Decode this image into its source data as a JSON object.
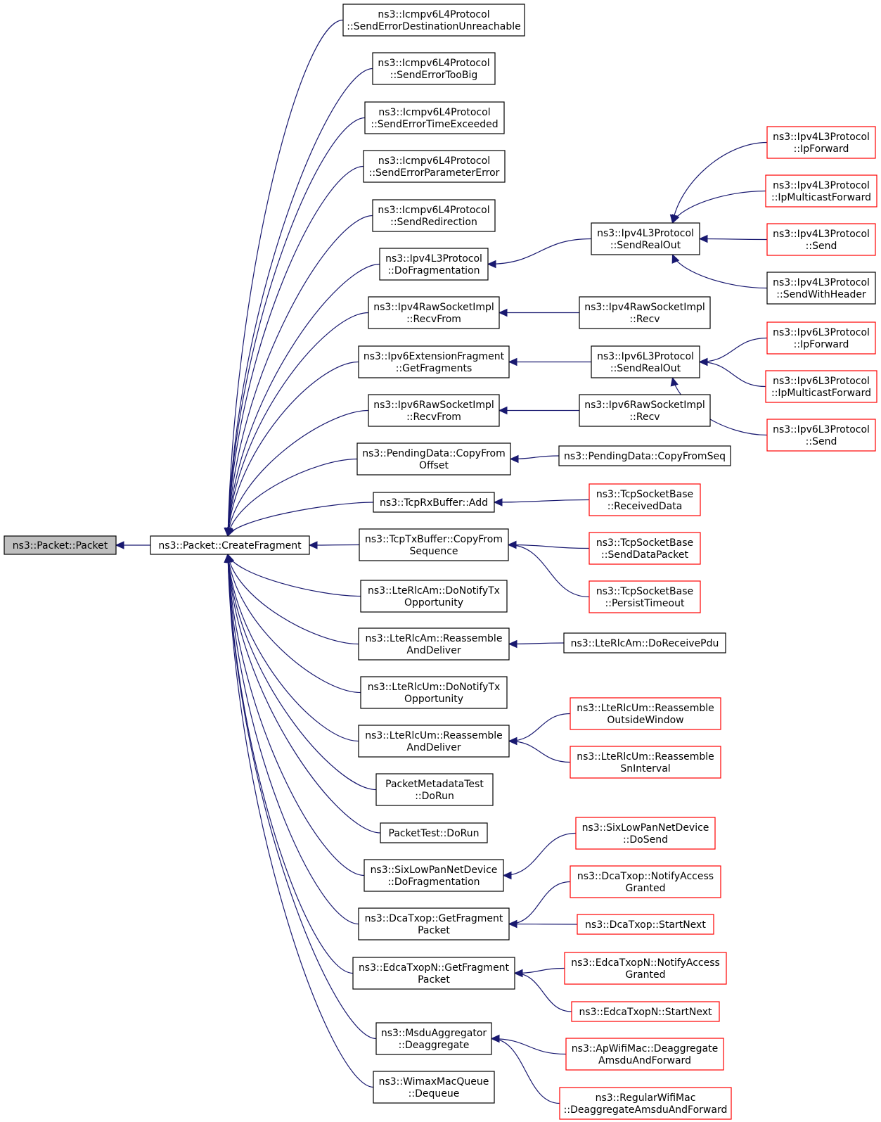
{
  "colors": {
    "edge": "#191970",
    "node_border_linked": "#000000",
    "node_border_truncated": "#ff0000",
    "node_fill": "#ffffff",
    "root_fill": "#bfbfbf"
  },
  "nodes": [
    {
      "id": "root",
      "lines": [
        "ns3::Packet::Packet"
      ],
      "kind": "root"
    },
    {
      "id": "createfragment",
      "lines": [
        "ns3::Packet::CreateFragment"
      ],
      "kind": "normal"
    },
    {
      "id": "icmp_dest",
      "lines": [
        "ns3::Icmpv6L4Protocol",
        "::SendErrorDestinationUnreachable"
      ],
      "kind": "normal"
    },
    {
      "id": "icmp_toobig",
      "lines": [
        "ns3::Icmpv6L4Protocol",
        "::SendErrorTooBig"
      ],
      "kind": "normal"
    },
    {
      "id": "icmp_time",
      "lines": [
        "ns3::Icmpv6L4Protocol",
        "::SendErrorTimeExceeded"
      ],
      "kind": "normal"
    },
    {
      "id": "icmp_param",
      "lines": [
        "ns3::Icmpv6L4Protocol",
        "::SendErrorParameterError"
      ],
      "kind": "normal"
    },
    {
      "id": "icmp_redir",
      "lines": [
        "ns3::Icmpv6L4Protocol",
        "::SendRedirection"
      ],
      "kind": "normal"
    },
    {
      "id": "ipv4_dofrag",
      "lines": [
        "ns3::Ipv4L3Protocol",
        "::DoFragmentation"
      ],
      "kind": "normal"
    },
    {
      "id": "ipv4raw_recvfrom",
      "lines": [
        "ns3::Ipv4RawSocketImpl",
        "::RecvFrom"
      ],
      "kind": "normal"
    },
    {
      "id": "ipv6ext_getfrag",
      "lines": [
        "ns3::Ipv6ExtensionFragment",
        "::GetFragments"
      ],
      "kind": "normal"
    },
    {
      "id": "ipv6raw_recvfrom",
      "lines": [
        "ns3::Ipv6RawSocketImpl",
        "::RecvFrom"
      ],
      "kind": "normal"
    },
    {
      "id": "pending_copyfromoffset",
      "lines": [
        "ns3::PendingData::CopyFrom",
        "Offset"
      ],
      "kind": "normal"
    },
    {
      "id": "tcprx_add",
      "lines": [
        "ns3::TcpRxBuffer::Add"
      ],
      "kind": "normal"
    },
    {
      "id": "tcptx_copyfromseq",
      "lines": [
        "ns3::TcpTxBuffer::CopyFrom",
        "Sequence"
      ],
      "kind": "normal"
    },
    {
      "id": "lteam_notifytx",
      "lines": [
        "ns3::LteRlcAm::DoNotifyTx",
        "Opportunity"
      ],
      "kind": "normal"
    },
    {
      "id": "lteam_reassemble",
      "lines": [
        "ns3::LteRlcAm::Reassemble",
        "AndDeliver"
      ],
      "kind": "normal"
    },
    {
      "id": "lteum_notifytx",
      "lines": [
        "ns3::LteRlcUm::DoNotifyTx",
        "Opportunity"
      ],
      "kind": "normal"
    },
    {
      "id": "lteum_reassemble",
      "lines": [
        "ns3::LteRlcUm::Reassemble",
        "AndDeliver"
      ],
      "kind": "normal"
    },
    {
      "id": "pmdtest",
      "lines": [
        "PacketMetadataTest",
        "::DoRun"
      ],
      "kind": "normal"
    },
    {
      "id": "packettest",
      "lines": [
        "PacketTest::DoRun"
      ],
      "kind": "normal"
    },
    {
      "id": "sixlowpan_dofrag",
      "lines": [
        "ns3::SixLowPanNetDevice",
        "::DoFragmentation"
      ],
      "kind": "normal"
    },
    {
      "id": "dcatxop_getfrag",
      "lines": [
        "ns3::DcaTxop::GetFragment",
        "Packet"
      ],
      "kind": "normal"
    },
    {
      "id": "edca_getfrag",
      "lines": [
        "ns3::EdcaTxopN::GetFragment",
        "Packet"
      ],
      "kind": "normal"
    },
    {
      "id": "msdu_deagg",
      "lines": [
        "ns3::MsduAggregator",
        "::Deaggregate"
      ],
      "kind": "normal"
    },
    {
      "id": "wimax_dequeue",
      "lines": [
        "ns3::WimaxMacQueue",
        "::Dequeue"
      ],
      "kind": "normal"
    },
    {
      "id": "ipv4_sendrealout",
      "lines": [
        "ns3::Ipv4L3Protocol",
        "::SendRealOut"
      ],
      "kind": "normal"
    },
    {
      "id": "ipv4raw_recv",
      "lines": [
        "ns3::Ipv4RawSocketImpl",
        "::Recv"
      ],
      "kind": "normal"
    },
    {
      "id": "ipv6_sendrealout",
      "lines": [
        "ns3::Ipv6L3Protocol",
        "::SendRealOut"
      ],
      "kind": "normal"
    },
    {
      "id": "ipv6raw_recv",
      "lines": [
        "ns3::Ipv6RawSocketImpl",
        "::Recv"
      ],
      "kind": "normal"
    },
    {
      "id": "pending_copyfromseq",
      "lines": [
        "ns3::PendingData::CopyFromSeq"
      ],
      "kind": "normal"
    },
    {
      "id": "tcp_receiveddata",
      "lines": [
        "ns3::TcpSocketBase",
        "::ReceivedData"
      ],
      "kind": "truncated"
    },
    {
      "id": "tcp_senddatapacket",
      "lines": [
        "ns3::TcpSocketBase",
        "::SendDataPacket"
      ],
      "kind": "truncated"
    },
    {
      "id": "tcp_persisttimeout",
      "lines": [
        "ns3::TcpSocketBase",
        "::PersistTimeout"
      ],
      "kind": "truncated"
    },
    {
      "id": "lteam_doreceivepdu",
      "lines": [
        "ns3::LteRlcAm::DoReceivePdu"
      ],
      "kind": "normal"
    },
    {
      "id": "lteum_outsidewindow",
      "lines": [
        "ns3::LteRlcUm::Reassemble",
        "OutsideWindow"
      ],
      "kind": "truncated"
    },
    {
      "id": "lteum_sninterval",
      "lines": [
        "ns3::LteRlcUm::Reassemble",
        "SnInterval"
      ],
      "kind": "truncated"
    },
    {
      "id": "sixlowpan_dosend",
      "lines": [
        "ns3::SixLowPanNetDevice",
        "::DoSend"
      ],
      "kind": "truncated"
    },
    {
      "id": "dcatxop_notifyaccess",
      "lines": [
        "ns3::DcaTxop::NotifyAccess",
        "Granted"
      ],
      "kind": "truncated"
    },
    {
      "id": "dcatxop_startnext",
      "lines": [
        "ns3::DcaTxop::StartNext"
      ],
      "kind": "truncated"
    },
    {
      "id": "edca_notifyaccess",
      "lines": [
        "ns3::EdcaTxopN::NotifyAccess",
        "Granted"
      ],
      "kind": "truncated"
    },
    {
      "id": "edca_startnext",
      "lines": [
        "ns3::EdcaTxopN::StartNext"
      ],
      "kind": "truncated"
    },
    {
      "id": "apwifi_deagg",
      "lines": [
        "ns3::ApWifiMac::Deaggregate",
        "AmsduAndForward"
      ],
      "kind": "truncated"
    },
    {
      "id": "regwifi_deagg",
      "lines": [
        "ns3::RegularWifiMac",
        "::DeaggregateAmsduAndForward"
      ],
      "kind": "truncated"
    },
    {
      "id": "ipv4_ipforward",
      "lines": [
        "ns3::Ipv4L3Protocol",
        "::IpForward"
      ],
      "kind": "truncated"
    },
    {
      "id": "ipv4_ipmulticast",
      "lines": [
        "ns3::Ipv4L3Protocol",
        "::IpMulticastForward"
      ],
      "kind": "truncated"
    },
    {
      "id": "ipv4_send",
      "lines": [
        "ns3::Ipv4L3Protocol",
        "::Send"
      ],
      "kind": "truncated"
    },
    {
      "id": "ipv4_sendwithheader",
      "lines": [
        "ns3::Ipv4L3Protocol",
        "::SendWithHeader"
      ],
      "kind": "normal"
    },
    {
      "id": "ipv6_ipforward",
      "lines": [
        "ns3::Ipv6L3Protocol",
        "::IpForward"
      ],
      "kind": "truncated"
    },
    {
      "id": "ipv6_ipmulticast",
      "lines": [
        "ns3::Ipv6L3Protocol",
        "::IpMulticastForward"
      ],
      "kind": "truncated"
    },
    {
      "id": "ipv6_send",
      "lines": [
        "ns3::Ipv6L3Protocol",
        "::Send"
      ],
      "kind": "truncated"
    }
  ],
  "edges": [
    {
      "from": "createfragment",
      "to": "root"
    },
    {
      "from": "icmp_dest",
      "to": "createfragment"
    },
    {
      "from": "icmp_toobig",
      "to": "createfragment"
    },
    {
      "from": "icmp_time",
      "to": "createfragment"
    },
    {
      "from": "icmp_param",
      "to": "createfragment"
    },
    {
      "from": "icmp_redir",
      "to": "createfragment"
    },
    {
      "from": "ipv4_dofrag",
      "to": "createfragment"
    },
    {
      "from": "ipv4raw_recvfrom",
      "to": "createfragment"
    },
    {
      "from": "ipv6ext_getfrag",
      "to": "createfragment"
    },
    {
      "from": "ipv6raw_recvfrom",
      "to": "createfragment"
    },
    {
      "from": "pending_copyfromoffset",
      "to": "createfragment"
    },
    {
      "from": "tcprx_add",
      "to": "createfragment"
    },
    {
      "from": "tcptx_copyfromseq",
      "to": "createfragment"
    },
    {
      "from": "lteam_notifytx",
      "to": "createfragment"
    },
    {
      "from": "lteam_reassemble",
      "to": "createfragment"
    },
    {
      "from": "lteum_notifytx",
      "to": "createfragment"
    },
    {
      "from": "lteum_reassemble",
      "to": "createfragment"
    },
    {
      "from": "pmdtest",
      "to": "createfragment"
    },
    {
      "from": "packettest",
      "to": "createfragment"
    },
    {
      "from": "sixlowpan_dofrag",
      "to": "createfragment"
    },
    {
      "from": "dcatxop_getfrag",
      "to": "createfragment"
    },
    {
      "from": "edca_getfrag",
      "to": "createfragment"
    },
    {
      "from": "msdu_deagg",
      "to": "createfragment"
    },
    {
      "from": "wimax_dequeue",
      "to": "createfragment"
    },
    {
      "from": "ipv4_sendrealout",
      "to": "ipv4_dofrag"
    },
    {
      "from": "ipv4raw_recv",
      "to": "ipv4raw_recvfrom"
    },
    {
      "from": "ipv6_sendrealout",
      "to": "ipv6ext_getfrag"
    },
    {
      "from": "ipv6raw_recv",
      "to": "ipv6raw_recvfrom"
    },
    {
      "from": "pending_copyfromseq",
      "to": "pending_copyfromoffset"
    },
    {
      "from": "tcp_receiveddata",
      "to": "tcprx_add"
    },
    {
      "from": "tcp_senddatapacket",
      "to": "tcptx_copyfromseq"
    },
    {
      "from": "tcp_persisttimeout",
      "to": "tcptx_copyfromseq"
    },
    {
      "from": "lteam_doreceivepdu",
      "to": "lteam_reassemble"
    },
    {
      "from": "lteum_outsidewindow",
      "to": "lteum_reassemble"
    },
    {
      "from": "lteum_sninterval",
      "to": "lteum_reassemble"
    },
    {
      "from": "sixlowpan_dosend",
      "to": "sixlowpan_dofrag"
    },
    {
      "from": "dcatxop_notifyaccess",
      "to": "dcatxop_getfrag"
    },
    {
      "from": "dcatxop_startnext",
      "to": "dcatxop_getfrag"
    },
    {
      "from": "edca_notifyaccess",
      "to": "edca_getfrag"
    },
    {
      "from": "edca_startnext",
      "to": "edca_getfrag"
    },
    {
      "from": "apwifi_deagg",
      "to": "msdu_deagg"
    },
    {
      "from": "regwifi_deagg",
      "to": "msdu_deagg"
    },
    {
      "from": "ipv4_ipforward",
      "to": "ipv4_sendrealout"
    },
    {
      "from": "ipv4_ipmulticast",
      "to": "ipv4_sendrealout"
    },
    {
      "from": "ipv4_send",
      "to": "ipv4_sendrealout"
    },
    {
      "from": "ipv4_sendwithheader",
      "to": "ipv4_sendrealout"
    },
    {
      "from": "ipv6_ipforward",
      "to": "ipv6_sendrealout"
    },
    {
      "from": "ipv6_ipmulticast",
      "to": "ipv6_sendrealout"
    },
    {
      "from": "ipv6_send",
      "to": "ipv6_sendrealout"
    }
  ]
}
